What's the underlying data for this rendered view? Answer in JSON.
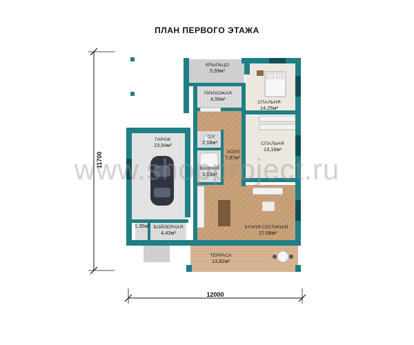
{
  "title": "ПЛАН ПЕРВОГО ЭТАЖА",
  "dimensions": {
    "width": "12000",
    "height": "11700"
  },
  "watermark": "www.shopproject.ru",
  "rooms": {
    "porch": {
      "name": "КРЫЛЬЦО",
      "area": "5,59м²"
    },
    "hall": {
      "name": "ПРИХОЖАЯ",
      "area": "4,59м²"
    },
    "bed1": {
      "name": "СПАЛЬНЯ",
      "area": "14,25м²"
    },
    "garage": {
      "name": "ГАРАЖ",
      "area": "23,94м²"
    },
    "wc": {
      "name": "С/У",
      "area": "2,18м²"
    },
    "corridor": {
      "name": "ХОЛЛ",
      "area": "7,97м²"
    },
    "bed2": {
      "name": "СПАЛЬНЯ",
      "area": "13,18м²"
    },
    "bath": {
      "name": "ВАННАЯ",
      "area": "3,63м²"
    },
    "closet": {
      "name": "",
      "area": "1,35м²"
    },
    "boiler": {
      "name": "БОЙЛЕРНАЯ",
      "area": "4,43м²"
    },
    "kitchen": {
      "name": "КУХНЯ-ГОСТИНАЯ",
      "area": "27,68м²"
    },
    "terrace": {
      "name": "ТЕРРАСА",
      "area": "13,82м²"
    }
  },
  "colors": {
    "wall": "#1f7f85",
    "wall_dark": "#145e63",
    "floor_wood": "#c9a77f",
    "floor_tile": "#d9d9d9",
    "floor_bed": "#ece6dc"
  }
}
